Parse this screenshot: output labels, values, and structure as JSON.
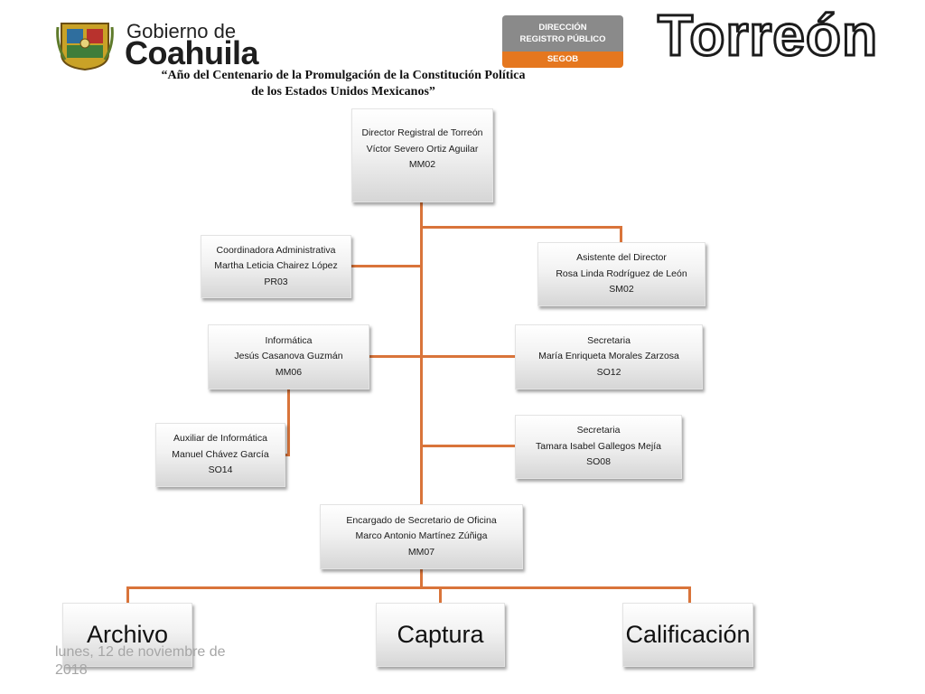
{
  "header": {
    "gov_line1": "Gobierno de",
    "gov_line2": "Coahuila",
    "badge_line1": "DIRECCIÓN",
    "badge_line2": "REGISTRO PÚBLICO",
    "badge_bottom": "SEGOB",
    "city_title": "Torreón",
    "motto_line1": "“Año del Centenario de la Promulgación de la Constitución Política",
    "motto_line2": "de los Estados Unidos Mexicanos”"
  },
  "org": {
    "director": {
      "title": "Director Registral  de Torreón",
      "name": "Víctor Severo Ortiz Aguilar",
      "code": "MM02"
    },
    "coordinadora": {
      "title": "Coordinadora Administrativa",
      "name": "Martha Leticia Chairez López",
      "code": "PR03"
    },
    "asistente": {
      "title": "Asistente del Director",
      "name": "Rosa Linda Rodríguez de León",
      "code": "SM02"
    },
    "informatica": {
      "title": "Informática",
      "name": "Jesús Casanova Guzmán",
      "code": "MM06"
    },
    "secretaria1": {
      "title": "Secretaria",
      "name": "María Enriqueta  Morales Zarzosa",
      "code": "SO12"
    },
    "auxiliar": {
      "title": "Auxiliar de Informática",
      "name": "Manuel Chávez García",
      "code": "SO14"
    },
    "secretaria2": {
      "title": "Secretaria",
      "name": "Tamara Isabel  Gallegos Mejía",
      "code": "SO08"
    },
    "encargado": {
      "title": "Encargado de Secretario de Oficina",
      "name": "Marco Antonio Martínez Zúñiga",
      "code": "MM07"
    },
    "units": [
      "Archivo",
      "Captura",
      "Calificación"
    ]
  },
  "footer": {
    "date": "lunes, 12 de noviembre de 2018"
  },
  "colors": {
    "connector": "#d9743a",
    "badge_gray": "#8a8a8a",
    "badge_orange": "#e5771f"
  }
}
